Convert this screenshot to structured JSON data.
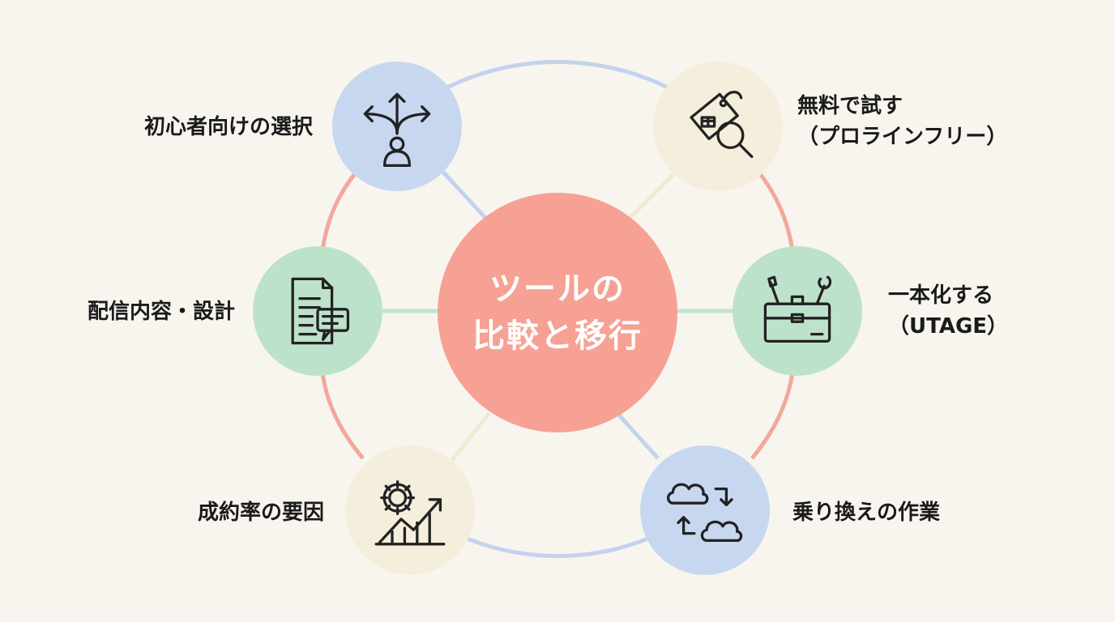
{
  "center": {
    "line1": "ツールの",
    "line2": "比較と移行"
  },
  "nodes": [
    {
      "label": "初心者向けの選択",
      "icon": "branching-arrows-person-icon",
      "color": "#c7d7f0"
    },
    {
      "label_line1": "無料で試す",
      "label_line2": "（プロラインフリー）",
      "icon": "price-tag-magnifier-icon",
      "color": "#f5eedc"
    },
    {
      "label": "配信内容・設計",
      "icon": "document-chat-icon",
      "color": "#bde2cc"
    },
    {
      "label_line1": "一本化する",
      "label_line2": "（UTAGE）",
      "icon": "toolbox-icon",
      "color": "#bde2cc"
    },
    {
      "label": "成約率の要因",
      "icon": "gear-growth-chart-icon",
      "color": "#f5eedc"
    },
    {
      "label": "乗り換えの作業",
      "icon": "cloud-sync-icon",
      "color": "#c7d7f0"
    }
  ],
  "colors": {
    "ring_blue": "#c3d3ee",
    "ring_red": "#f2a89c",
    "ring_beige": "#f1e9d2",
    "spoke_green": "#bfe3cf",
    "icon_stroke": "#222222"
  }
}
